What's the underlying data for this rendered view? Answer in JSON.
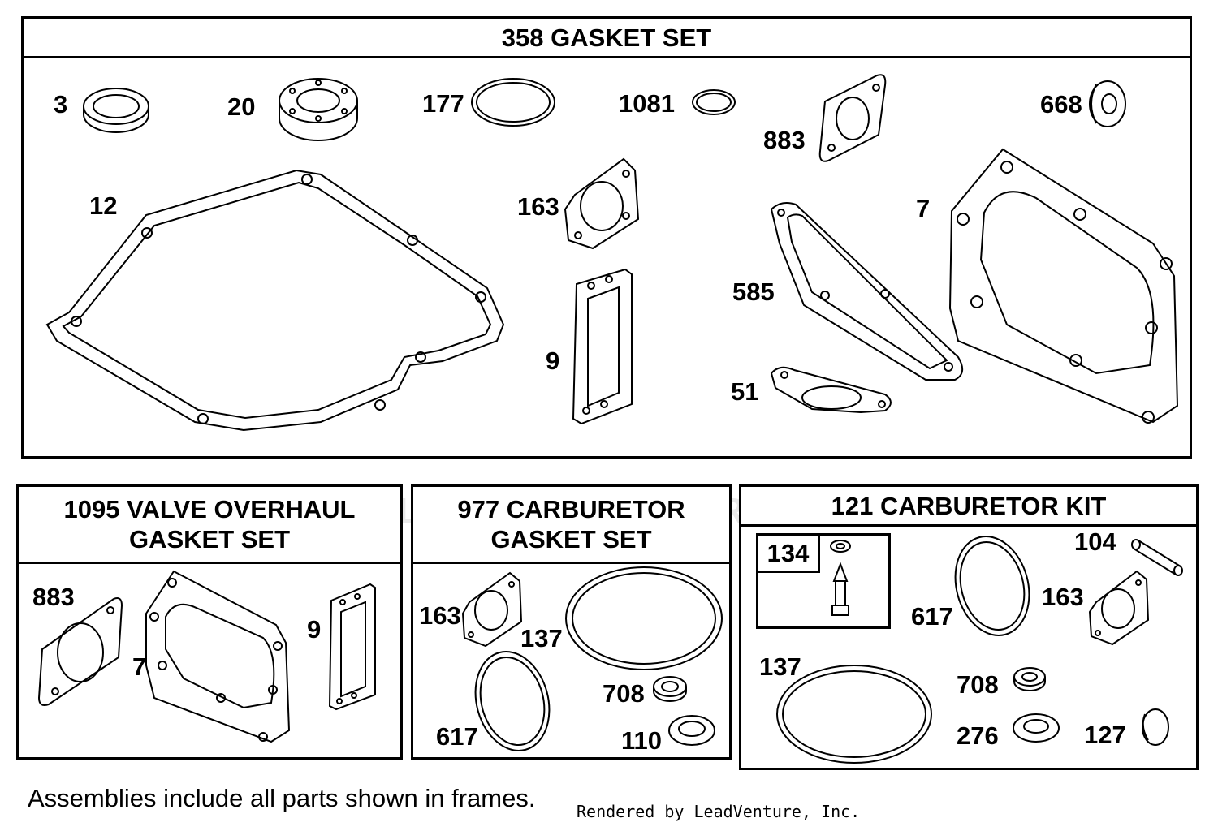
{
  "frames": {
    "gasket_set": {
      "title": "358 GASKET SET",
      "parts": {
        "p3": "3",
        "p20": "20",
        "p177": "177",
        "p1081": "1081",
        "p883": "883",
        "p668": "668",
        "p12": "12",
        "p163": "163",
        "p7": "7",
        "p585": "585",
        "p9": "9",
        "p51": "51"
      }
    },
    "valve_overhaul": {
      "title": "1095 VALVE OVERHAUL\nGASKET SET",
      "parts": {
        "p883": "883",
        "p7": "7",
        "p9": "9"
      }
    },
    "carb_gasket": {
      "title": "977 CARBURETOR\nGASKET SET",
      "parts": {
        "p163": "163",
        "p137": "137",
        "p708": "708",
        "p617": "617",
        "p110": "110"
      }
    },
    "carb_kit": {
      "title": "121 CARBURETOR KIT",
      "sub_label": "134",
      "parts": {
        "p104": "104",
        "p617": "617",
        "p163": "163",
        "p137": "137",
        "p708": "708",
        "p276": "276",
        "p127": "127"
      }
    }
  },
  "footnote": "Assemblies include all parts shown in frames.",
  "credit": "Rendered by LeadVenture, Inc.",
  "watermark": "LEADVENTURE"
}
